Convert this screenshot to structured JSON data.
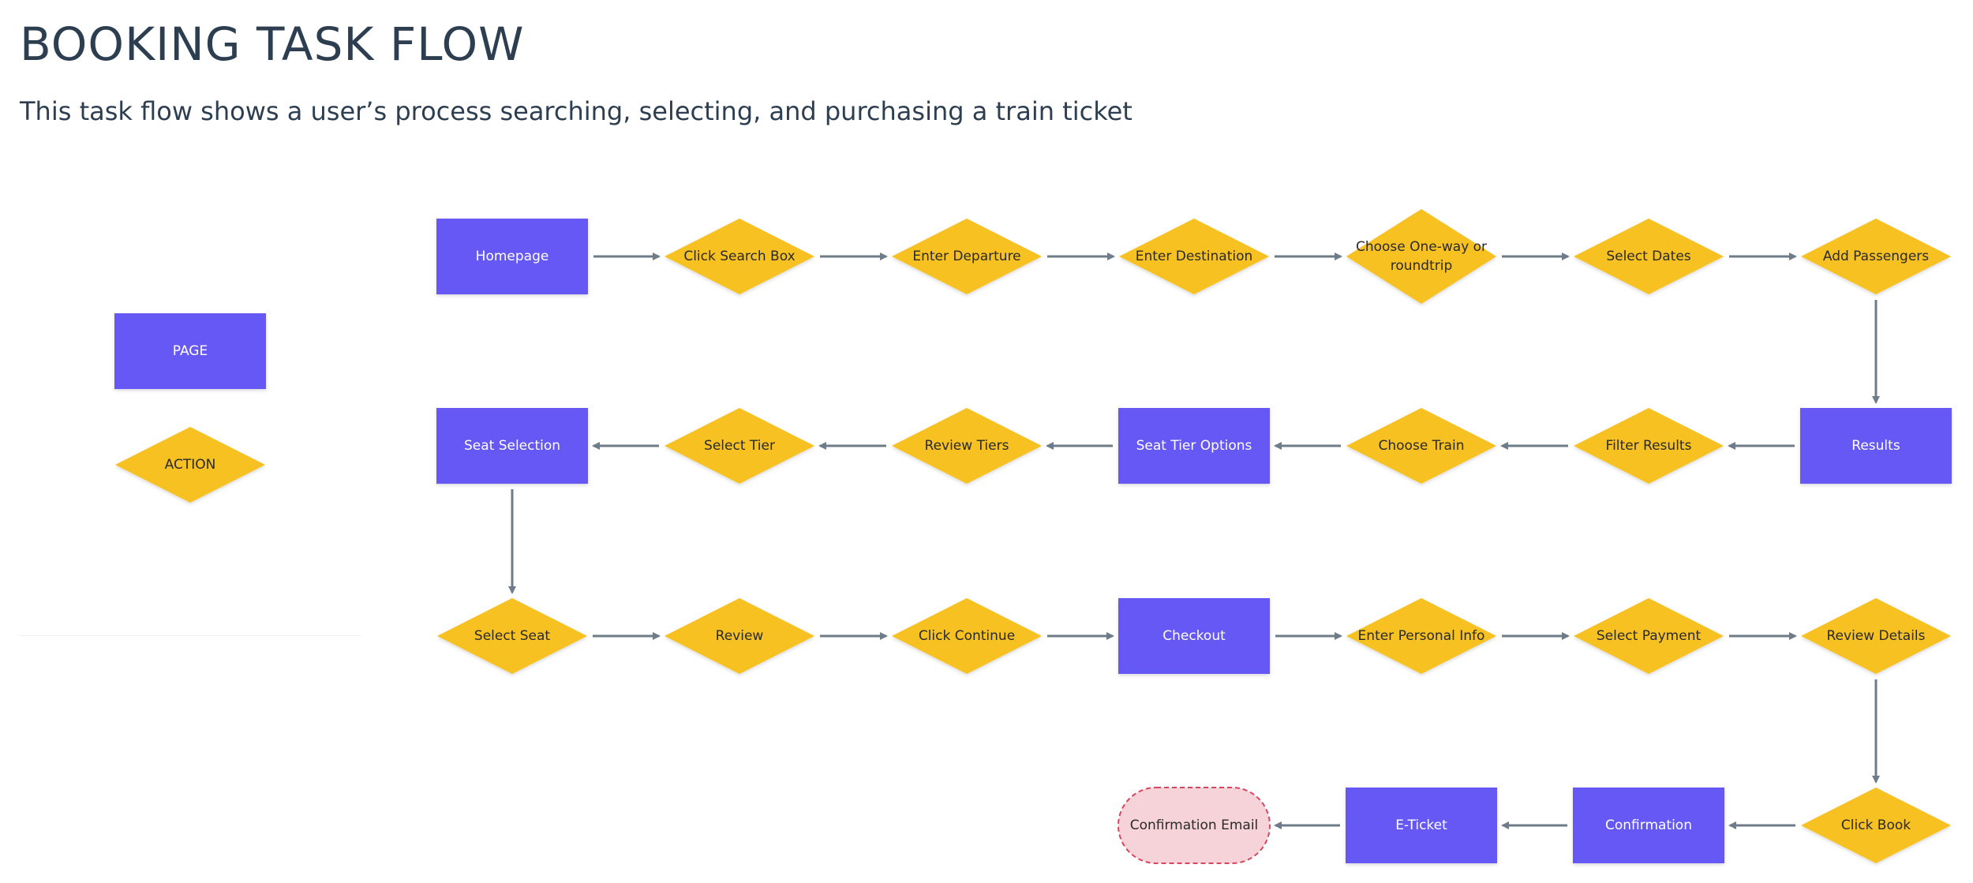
{
  "title": "BOOKING TASK FLOW",
  "subtitle": "This task flow shows a user’s process searching, selecting, and purchasing a train ticket",
  "colors": {
    "page": "#6658f4",
    "action": "#f7c124",
    "end": "#f6d3d8",
    "end_border": "#d9455f",
    "arrow": "#6e7c8a",
    "page_text": "#ffffff",
    "action_text": "#2a2a2a"
  },
  "legend": {
    "page_label": "PAGE",
    "action_label": "ACTION"
  },
  "flow": {
    "nodes": [
      {
        "id": "homepage",
        "type": "page",
        "label": "Homepage"
      },
      {
        "id": "click-search-box",
        "type": "action",
        "label": "Click Search Box"
      },
      {
        "id": "enter-departure",
        "type": "action",
        "label": "Enter Departure"
      },
      {
        "id": "enter-destination",
        "type": "action",
        "label": "Enter Destination"
      },
      {
        "id": "choose-one-way",
        "type": "action",
        "label": "Choose One-way or roundtrip",
        "lines": [
          "Choose One-way or",
          "roundtrip"
        ]
      },
      {
        "id": "select-dates",
        "type": "action",
        "label": "Select Dates"
      },
      {
        "id": "add-passengers",
        "type": "action",
        "label": "Add Passengers"
      },
      {
        "id": "results",
        "type": "page",
        "label": "Results"
      },
      {
        "id": "filter-results",
        "type": "action",
        "label": "Filter Results"
      },
      {
        "id": "choose-train",
        "type": "action",
        "label": "Choose Train"
      },
      {
        "id": "seat-tier-options",
        "type": "page",
        "label": "Seat Tier Options"
      },
      {
        "id": "review-tiers",
        "type": "action",
        "label": "Review Tiers"
      },
      {
        "id": "select-tier",
        "type": "action",
        "label": "Select Tier"
      },
      {
        "id": "seat-selection",
        "type": "page",
        "label": "Seat Selection"
      },
      {
        "id": "select-seat",
        "type": "action",
        "label": "Select Seat"
      },
      {
        "id": "review",
        "type": "action",
        "label": "Review"
      },
      {
        "id": "click-continue",
        "type": "action",
        "label": "Click Continue"
      },
      {
        "id": "checkout",
        "type": "page",
        "label": "Checkout"
      },
      {
        "id": "enter-personal-info",
        "type": "action",
        "label": "Enter Personal Info"
      },
      {
        "id": "select-payment",
        "type": "action",
        "label": "Select Payment"
      },
      {
        "id": "review-details",
        "type": "action",
        "label": "Review Details"
      },
      {
        "id": "click-book",
        "type": "action",
        "label": "Click Book"
      },
      {
        "id": "confirmation",
        "type": "page",
        "label": "Confirmation"
      },
      {
        "id": "e-ticket",
        "type": "page",
        "label": "E-Ticket"
      },
      {
        "id": "confirmation-email",
        "type": "end",
        "label": "Confirmation Email"
      }
    ],
    "edges": [
      [
        "homepage",
        "click-search-box"
      ],
      [
        "click-search-box",
        "enter-departure"
      ],
      [
        "enter-departure",
        "enter-destination"
      ],
      [
        "enter-destination",
        "choose-one-way"
      ],
      [
        "choose-one-way",
        "select-dates"
      ],
      [
        "select-dates",
        "add-passengers"
      ],
      [
        "add-passengers",
        "results"
      ],
      [
        "results",
        "filter-results"
      ],
      [
        "filter-results",
        "choose-train"
      ],
      [
        "choose-train",
        "seat-tier-options"
      ],
      [
        "seat-tier-options",
        "review-tiers"
      ],
      [
        "review-tiers",
        "select-tier"
      ],
      [
        "select-tier",
        "seat-selection"
      ],
      [
        "seat-selection",
        "select-seat"
      ],
      [
        "select-seat",
        "review"
      ],
      [
        "review",
        "click-continue"
      ],
      [
        "click-continue",
        "checkout"
      ],
      [
        "checkout",
        "enter-personal-info"
      ],
      [
        "enter-personal-info",
        "select-payment"
      ],
      [
        "select-payment",
        "review-details"
      ],
      [
        "review-details",
        "click-book"
      ],
      [
        "click-book",
        "confirmation"
      ],
      [
        "confirmation",
        "e-ticket"
      ],
      [
        "e-ticket",
        "confirmation-email"
      ]
    ]
  }
}
